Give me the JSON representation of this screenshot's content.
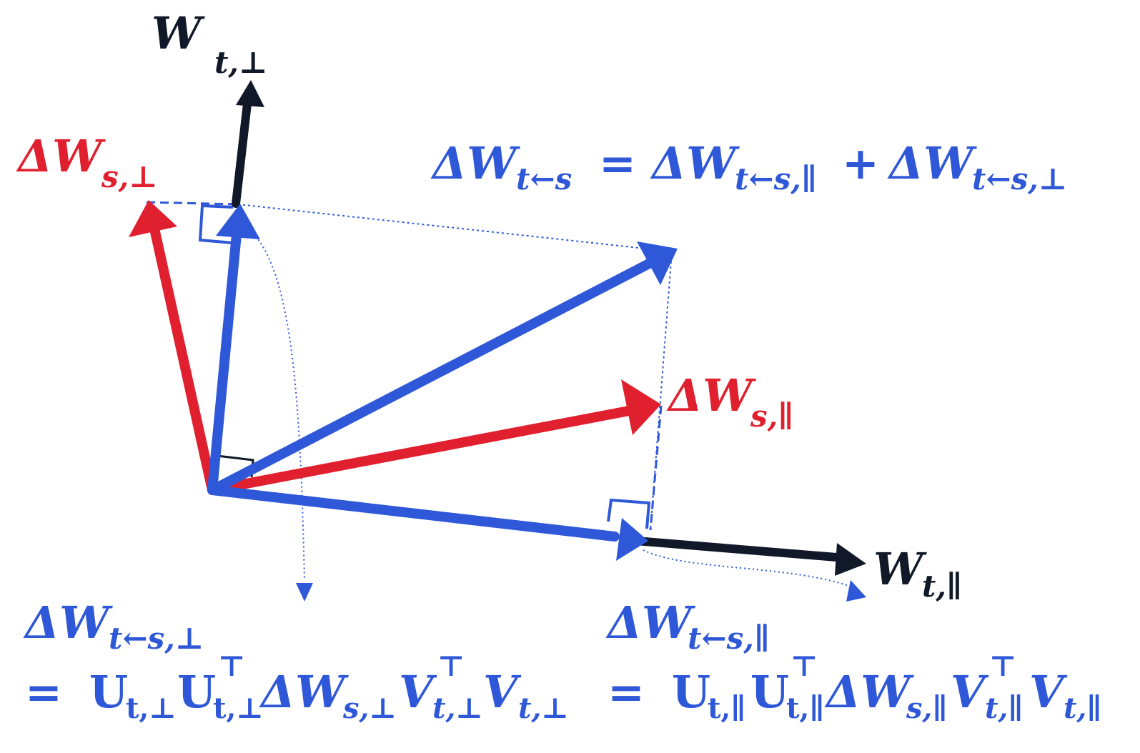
{
  "colors": {
    "black": "#111827",
    "blue": "#2f58d8",
    "red": "#e0202e"
  },
  "axes": {
    "perp": {
      "base": "W",
      "sub": "t,⊥"
    },
    "para": {
      "base": "W",
      "sub": "t,∥"
    }
  },
  "source_vectors": {
    "perp": {
      "base": "ΔW",
      "sub": "s,⊥"
    },
    "para": {
      "base": "ΔW",
      "sub": "s,∥"
    }
  },
  "main_equation": {
    "lhs": {
      "base": "ΔW",
      "sub": "t←s"
    },
    "eq": "=",
    "term1": {
      "base": "ΔW",
      "sub": "t←s,∥"
    },
    "plus": "+",
    "term2": {
      "base": "ΔW",
      "sub": "t←s,⊥"
    }
  },
  "perp_formula": {
    "head": {
      "base": "ΔW",
      "sub": "t←s,⊥"
    },
    "eq": "=",
    "u1": {
      "base": "U",
      "sub": "t,⊥"
    },
    "u2": {
      "base": "U",
      "sup": "⊤",
      "sub": "t,⊥"
    },
    "dw": {
      "base": "ΔW",
      "sub": "s,⊥"
    },
    "v1": {
      "base": "V",
      "sup": "⊤",
      "sub": "t,⊥"
    },
    "v2": {
      "base": "V",
      "sub": "t,⊥"
    }
  },
  "para_formula": {
    "head": {
      "base": "ΔW",
      "sub": "t←s,∥"
    },
    "eq": "=",
    "u1": {
      "base": "U",
      "sub": "t,∥"
    },
    "u2": {
      "base": "U",
      "sup": "⊤",
      "sub": "t,∥"
    },
    "dw": {
      "base": "ΔW",
      "sub": "s,∥"
    },
    "v1": {
      "base": "V",
      "sup": "⊤",
      "sub": "t,∥"
    },
    "v2": {
      "base": "V",
      "sub": "t,∥"
    }
  }
}
